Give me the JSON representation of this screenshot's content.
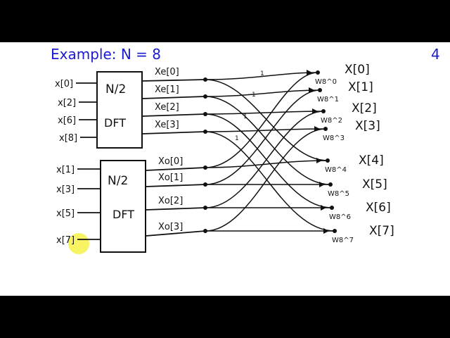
{
  "title": "Example:  N = 8",
  "page_number": "4",
  "colors": {
    "ink": "#111111",
    "title_ink": "#1a1ad0",
    "board": "#ffffff",
    "letterbox": "#000000",
    "cursor_highlight": "#f5f03c"
  },
  "even_block": {
    "line1": "N/2",
    "line2": "DFT",
    "inputs": [
      "x[0]",
      "x[2]",
      "x[6]",
      "x[8]"
    ],
    "outputs": [
      "Xe[0]",
      "Xe[1]",
      "Xe[2]",
      "Xe[3]"
    ]
  },
  "odd_block": {
    "line1": "N/2",
    "line2": "DFT",
    "inputs": [
      "x[1]",
      "x[3]",
      "x[5]",
      "x[7]"
    ],
    "outputs": [
      "Xo[0]",
      "Xo[1]",
      "Xo[2]",
      "Xo[3]"
    ]
  },
  "branch_gain_label": "1",
  "twiddles": [
    "W8^0",
    "W8^1",
    "W8^2",
    "W8^3",
    "W8^4",
    "W8^5",
    "W8^6",
    "W8^7"
  ],
  "outputs": [
    "X[0]",
    "X[1]",
    "X[2]",
    "X[3]",
    "X[4]",
    "X[5]",
    "X[6]",
    "X[7]"
  ]
}
